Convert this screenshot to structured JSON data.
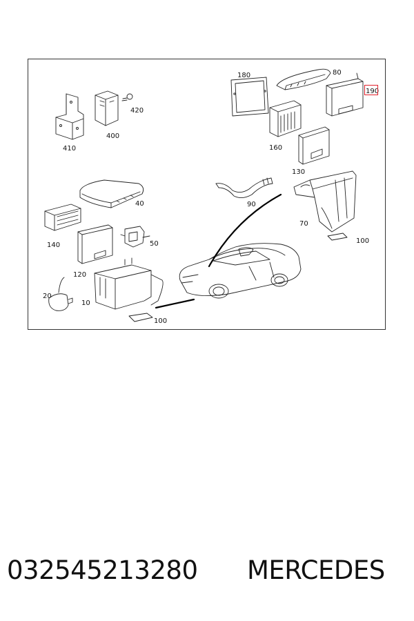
{
  "diagram": {
    "callouts": {
      "c10": "10",
      "c20": "20",
      "c40": "40",
      "c50": "50",
      "c70": "70",
      "c80": "80",
      "c90": "90",
      "c100a": "100",
      "c100b": "100",
      "c120": "120",
      "c130": "130",
      "c140": "140",
      "c160": "160",
      "c180": "180",
      "c190": "190",
      "c400": "400",
      "c410": "410",
      "c420": "420"
    },
    "highlighted_callout": "190",
    "highlight_color": "#e0202a"
  },
  "footer": {
    "part_number": "032545213280",
    "brand": "MERCEDES"
  }
}
